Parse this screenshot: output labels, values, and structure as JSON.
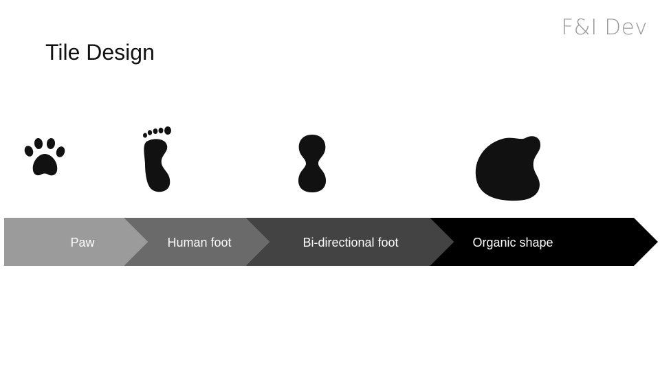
{
  "header": {
    "brand": "F&I Dev",
    "title": "Tile Design"
  },
  "icons": [
    {
      "name": "paw-print-icon"
    },
    {
      "name": "human-footprint-icon"
    },
    {
      "name": "bi-directional-foot-icon"
    },
    {
      "name": "organic-shape-icon"
    }
  ],
  "steps": [
    {
      "label": "Paw",
      "color": "#9b9b9b"
    },
    {
      "label": "Human foot",
      "color": "#6a6a6a"
    },
    {
      "label": "Bi-directional foot",
      "color": "#434343"
    },
    {
      "label": "Organic shape",
      "color": "#000000"
    }
  ]
}
